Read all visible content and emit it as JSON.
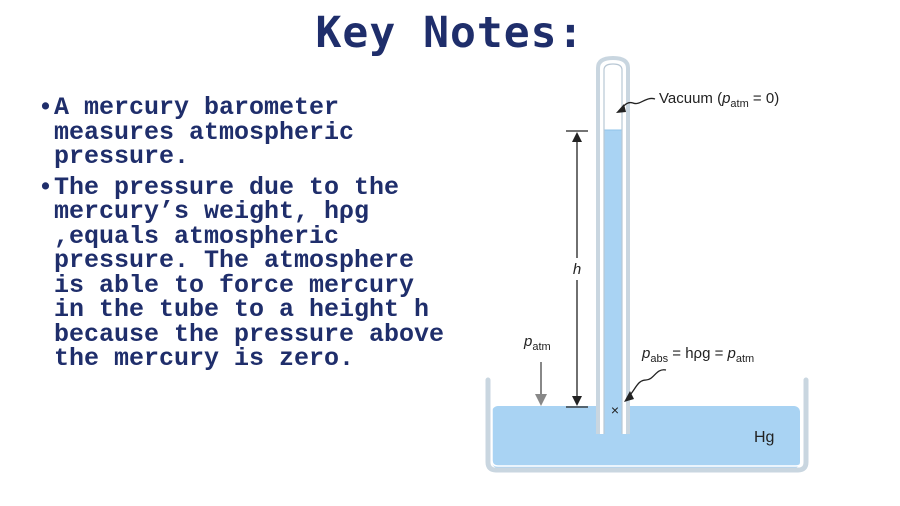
{
  "slide": {
    "title": "Key Notes:",
    "bullets": [
      "A mercury barometer measures atmospheric pressure.",
      "The pressure due to the mercury’s weight, hρg ,equals atmospheric pressure. The atmosphere is able to force mercury in the tube to a height h because the pressure above the mercury is zero."
    ]
  },
  "diagram": {
    "vacuum_label_prefix": "Vacuum (",
    "vacuum_p": "p",
    "vacuum_sub": "atm",
    "vacuum_suffix": " = 0)",
    "height_label": "h",
    "patm_p": "p",
    "patm_sub": "atm",
    "pabs_p": "p",
    "pabs_sub": "abs",
    "pabs_eq": " = hρg = ",
    "pabs_p2": "p",
    "pabs_sub2": "atm",
    "point_marker": "×",
    "hg_label": "Hg",
    "colors": {
      "mercury": "#a9d3f3",
      "tube_outline": "#b8c7d4",
      "title": "#1f2e6b"
    }
  }
}
